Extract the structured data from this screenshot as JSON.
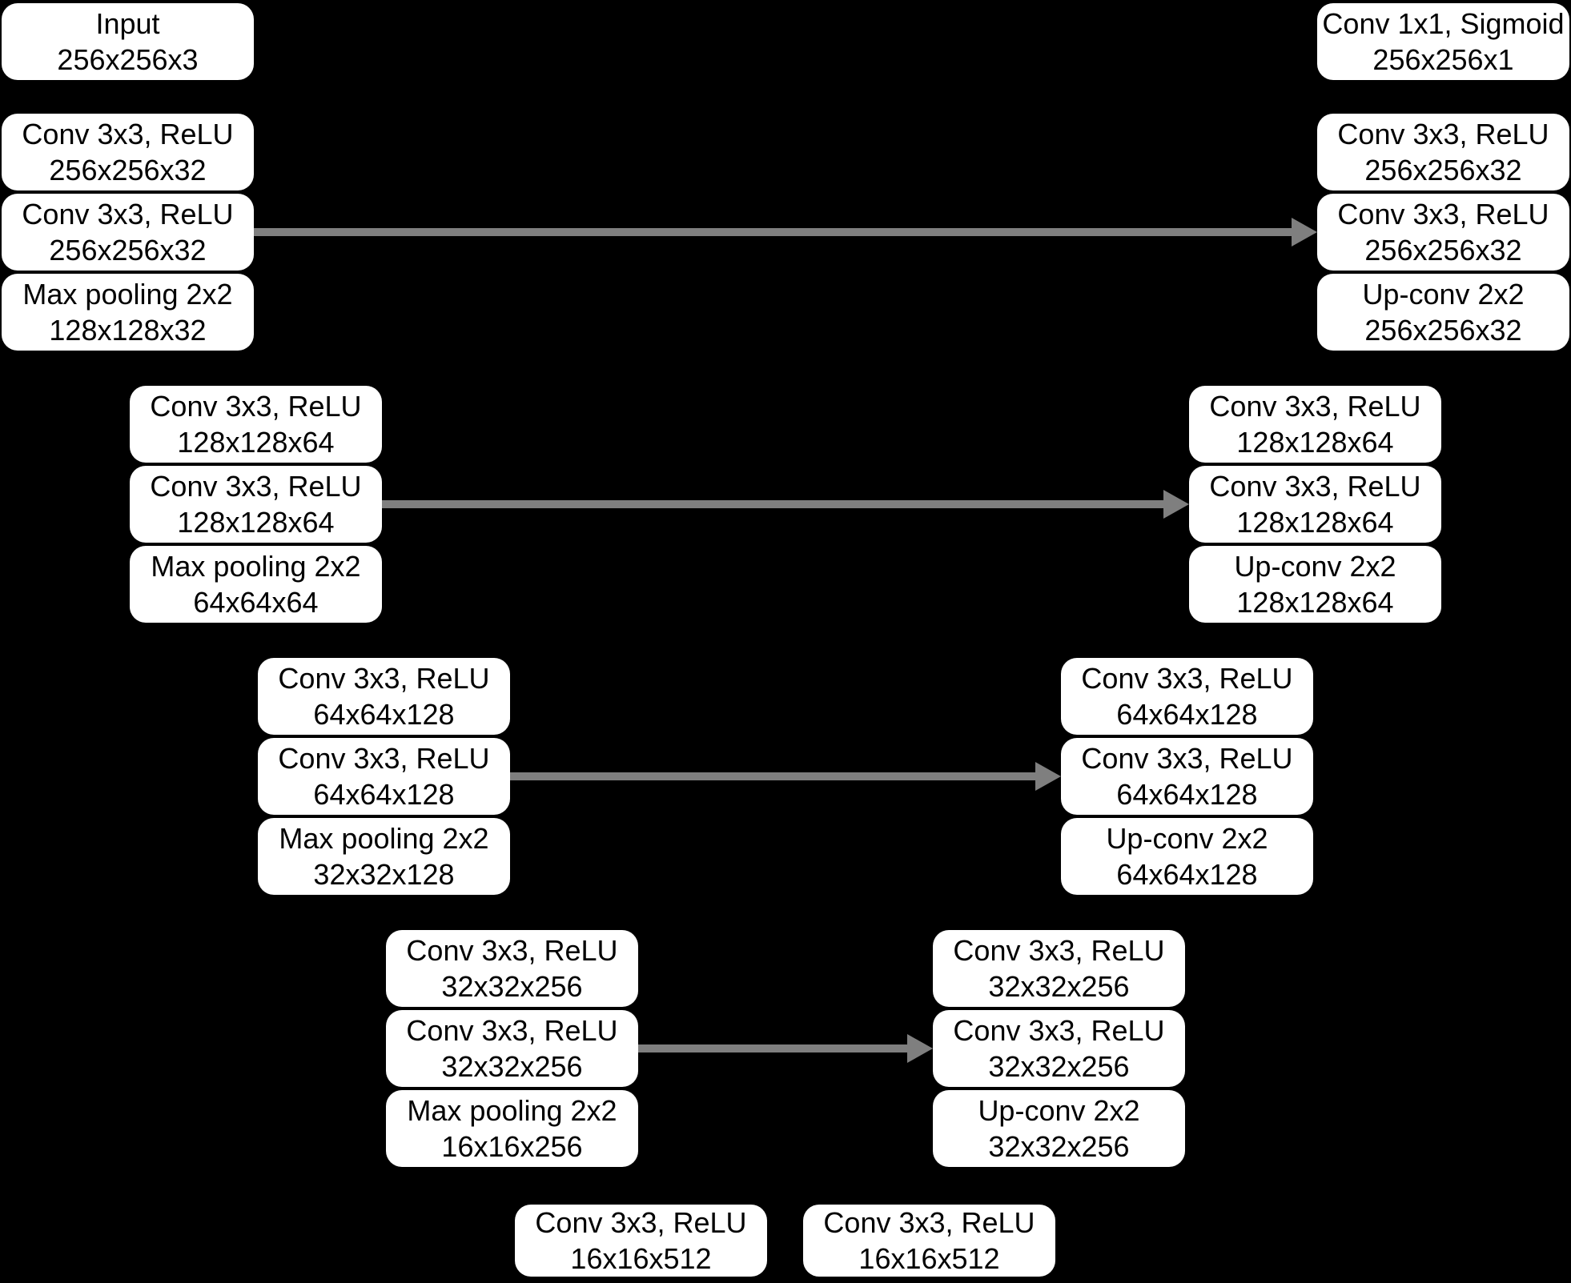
{
  "colors": {
    "background": "#000000",
    "box_fill": "#ffffff",
    "box_text": "#000000",
    "arrow": "#7f7f7f"
  },
  "network": {
    "input": {
      "line1": "Input",
      "line2": "256x256x3"
    },
    "output": {
      "line1": "Conv 1x1, Sigmoid",
      "line2": "256x256x1"
    },
    "encoder_levels": [
      {
        "blocks": [
          {
            "line1": "Conv 3x3, ReLU",
            "line2": "256x256x32"
          },
          {
            "line1": "Conv 3x3, ReLU",
            "line2": "256x256x32"
          },
          {
            "line1": "Max pooling 2x2",
            "line2": "128x128x32"
          }
        ]
      },
      {
        "blocks": [
          {
            "line1": "Conv 3x3, ReLU",
            "line2": "128x128x64"
          },
          {
            "line1": "Conv 3x3, ReLU",
            "line2": "128x128x64"
          },
          {
            "line1": "Max pooling 2x2",
            "line2": "64x64x64"
          }
        ]
      },
      {
        "blocks": [
          {
            "line1": "Conv 3x3, ReLU",
            "line2": "64x64x128"
          },
          {
            "line1": "Conv 3x3, ReLU",
            "line2": "64x64x128"
          },
          {
            "line1": "Max pooling 2x2",
            "line2": "32x32x128"
          }
        ]
      },
      {
        "blocks": [
          {
            "line1": "Conv 3x3, ReLU",
            "line2": "32x32x256"
          },
          {
            "line1": "Conv 3x3, ReLU",
            "line2": "32x32x256"
          },
          {
            "line1": "Max pooling 2x2",
            "line2": "16x16x256"
          }
        ]
      }
    ],
    "bottleneck": [
      {
        "line1": "Conv 3x3, ReLU",
        "line2": "16x16x512"
      },
      {
        "line1": "Conv 3x3, ReLU",
        "line2": "16x16x512"
      }
    ],
    "decoder_levels": [
      {
        "blocks": [
          {
            "line1": "Conv 3x3, ReLU",
            "line2": "256x256x32"
          },
          {
            "line1": "Conv 3x3, ReLU",
            "line2": "256x256x32"
          },
          {
            "line1": "Up-conv 2x2",
            "line2": "256x256x32"
          }
        ]
      },
      {
        "blocks": [
          {
            "line1": "Conv 3x3, ReLU",
            "line2": "128x128x64"
          },
          {
            "line1": "Conv 3x3, ReLU",
            "line2": "128x128x64"
          },
          {
            "line1": "Up-conv 2x2",
            "line2": "128x128x64"
          }
        ]
      },
      {
        "blocks": [
          {
            "line1": "Conv 3x3, ReLU",
            "line2": "64x64x128"
          },
          {
            "line1": "Conv 3x3, ReLU",
            "line2": "64x64x128"
          },
          {
            "line1": "Up-conv 2x2",
            "line2": "64x64x128"
          }
        ]
      },
      {
        "blocks": [
          {
            "line1": "Conv 3x3, ReLU",
            "line2": "32x32x256"
          },
          {
            "line1": "Conv 3x3, ReLU",
            "line2": "32x32x256"
          },
          {
            "line1": "Up-conv 2x2",
            "line2": "32x32x256"
          }
        ]
      }
    ],
    "skip_connections": [
      {
        "from": "encoder level 1 conv 256x256x32",
        "to": "decoder level 1 conv 256x256x32"
      },
      {
        "from": "encoder level 2 conv 128x128x64",
        "to": "decoder level 2 conv 128x128x64"
      },
      {
        "from": "encoder level 3 conv 64x64x128",
        "to": "decoder level 3 conv 64x64x128"
      },
      {
        "from": "encoder level 4 conv 32x32x256",
        "to": "decoder level 4 conv 32x32x256"
      }
    ]
  }
}
